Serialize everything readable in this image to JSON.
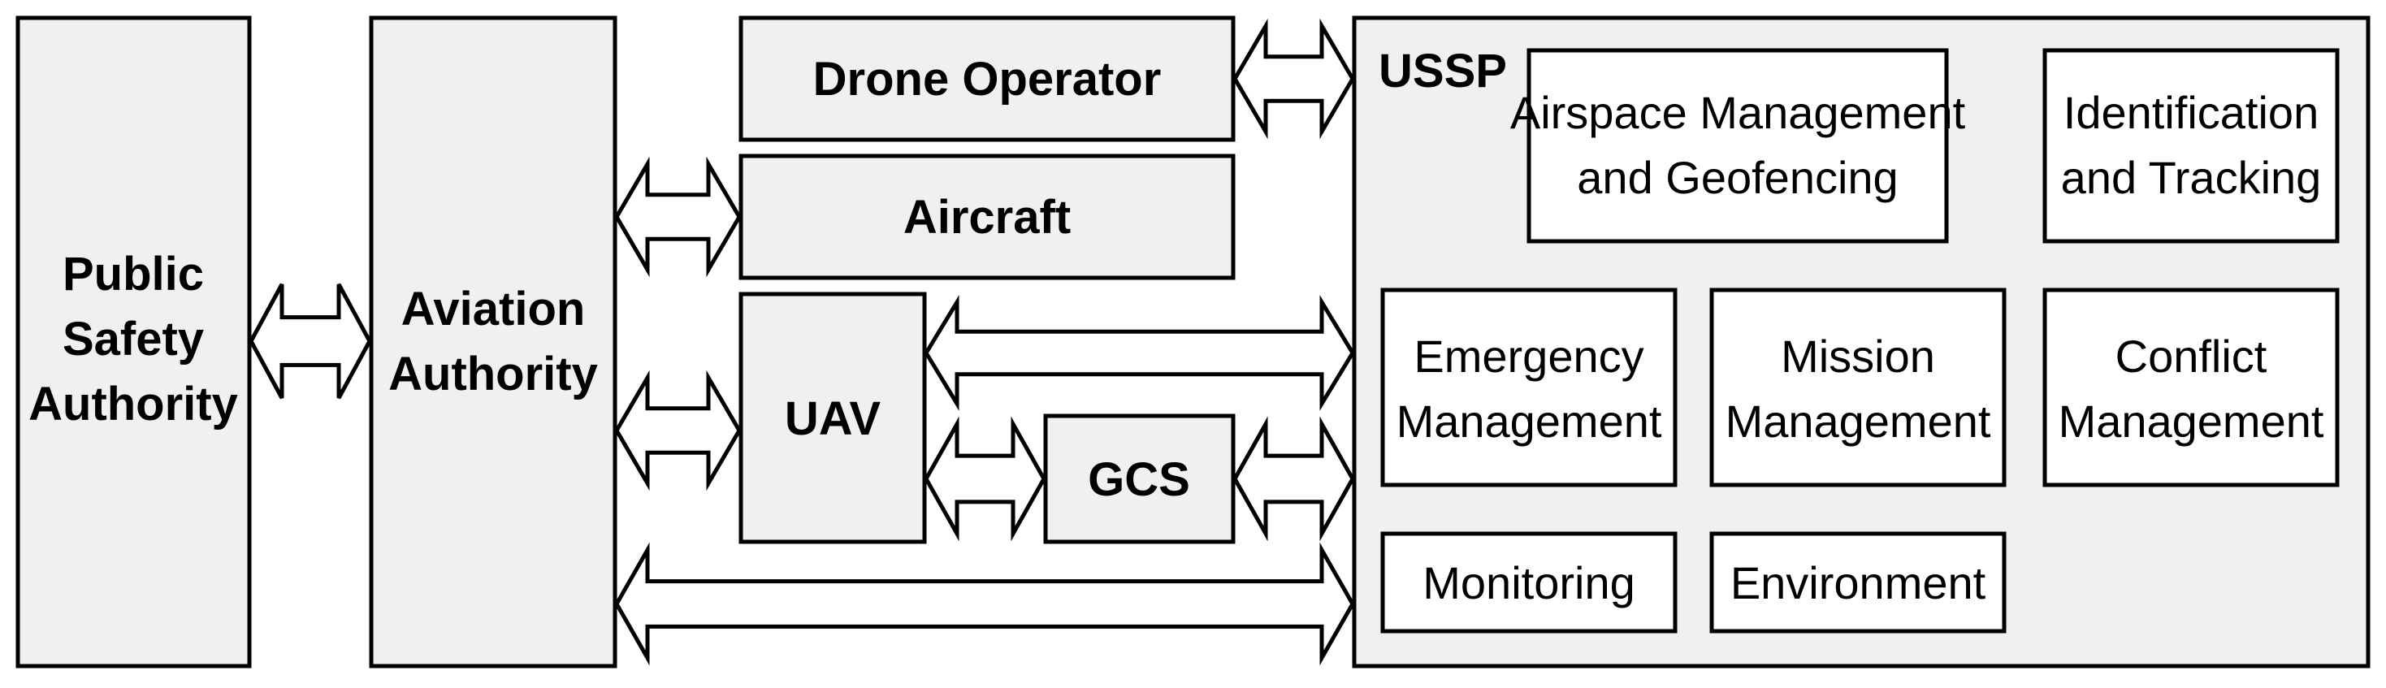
{
  "entities": {
    "public_safety": {
      "line1": "Public",
      "line2": "Safety",
      "line3": "Authority"
    },
    "aviation": {
      "line1": "Aviation",
      "line2": "Authority"
    },
    "drone_operator": {
      "label": "Drone Operator"
    },
    "aircraft": {
      "label": "Aircraft"
    },
    "uav": {
      "label": "UAV"
    },
    "gcs": {
      "label": "GCS"
    }
  },
  "ussp": {
    "title": "USSP",
    "modules": {
      "airspace": {
        "line1": "Airspace Management",
        "line2": "and Geofencing"
      },
      "identification": {
        "line1": "Identification",
        "line2": "and Tracking"
      },
      "emergency": {
        "line1": "Emergency",
        "line2": "Management"
      },
      "mission": {
        "line1": "Mission",
        "line2": "Management"
      },
      "conflict": {
        "line1": "Conflict",
        "line2": "Management"
      },
      "monitoring": {
        "label": "Monitoring"
      },
      "environment": {
        "label": "Environment"
      }
    }
  },
  "colors": {
    "box_fill": "#f0f0f0",
    "module_fill": "#ffffff",
    "stroke": "#000000"
  }
}
